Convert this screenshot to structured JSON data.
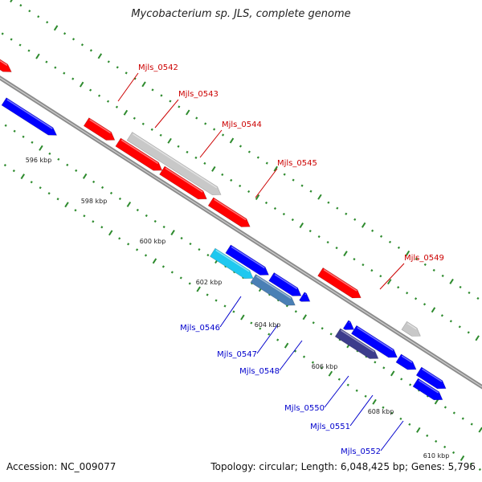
{
  "header": {
    "title": "Mycobacterium sp. JLS, complete genome"
  },
  "footer": {
    "accession": "Accession: NC_009077",
    "topology": "Topology: circular; Length: 6,048,425 bp; Genes: 5,796"
  },
  "colors": {
    "backbone": "#8c8c8c",
    "tick": "#2e8b2e",
    "forward_gene": "#ff0000",
    "reverse_gene": "#0000ff",
    "forward_label": "#cc0000",
    "reverse_label": "#0000cc",
    "gray_gene": "#c8c8c8",
    "cyan_gene": "#1ec8f0",
    "steel_gene": "#4a7fb5",
    "dark_gene": "#3c3c8c"
  },
  "scale_labels": [
    "596 kbp",
    "598 kbp",
    "600 kbp",
    "602 kbp",
    "604 kbp",
    "606 kbp",
    "608 kbp",
    "610 kbp"
  ],
  "gene_labels_forward": [
    "Mjls_0542",
    "Mjls_0543",
    "Mjls_0544",
    "Mjls_0545",
    "Mjls_0549"
  ],
  "gene_labels_reverse": [
    "Mjls_0546",
    "Mjls_0547",
    "Mjls_0548",
    "Mjls_0550",
    "Mjls_0551",
    "Mjls_0552"
  ]
}
